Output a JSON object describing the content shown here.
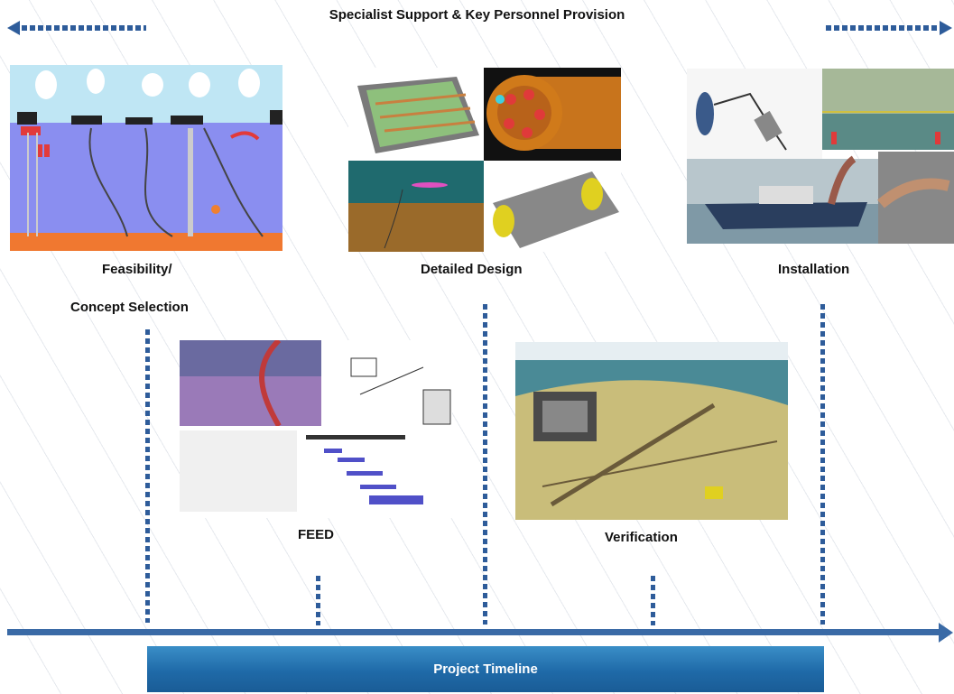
{
  "header": {
    "title": "Specialist Support & Key Personnel Provision"
  },
  "stages": {
    "feasibility": {
      "line1": "Feasibility/",
      "line2": "Concept Selection"
    },
    "detailed_design": {
      "label": "Detailed Design"
    },
    "installation": {
      "label": "Installation"
    },
    "feed": {
      "label": "FEED"
    },
    "verification": {
      "label": "Verification"
    }
  },
  "timeline": {
    "label": "Project Timeline"
  },
  "colors": {
    "accent": "#2e5c9a",
    "timeline_bar": "#3a6aa6",
    "timeline_box": "#1f6aa8"
  },
  "icons": [
    "arrow-left-icon",
    "arrow-right-icon",
    "timeline-arrow-icon"
  ]
}
